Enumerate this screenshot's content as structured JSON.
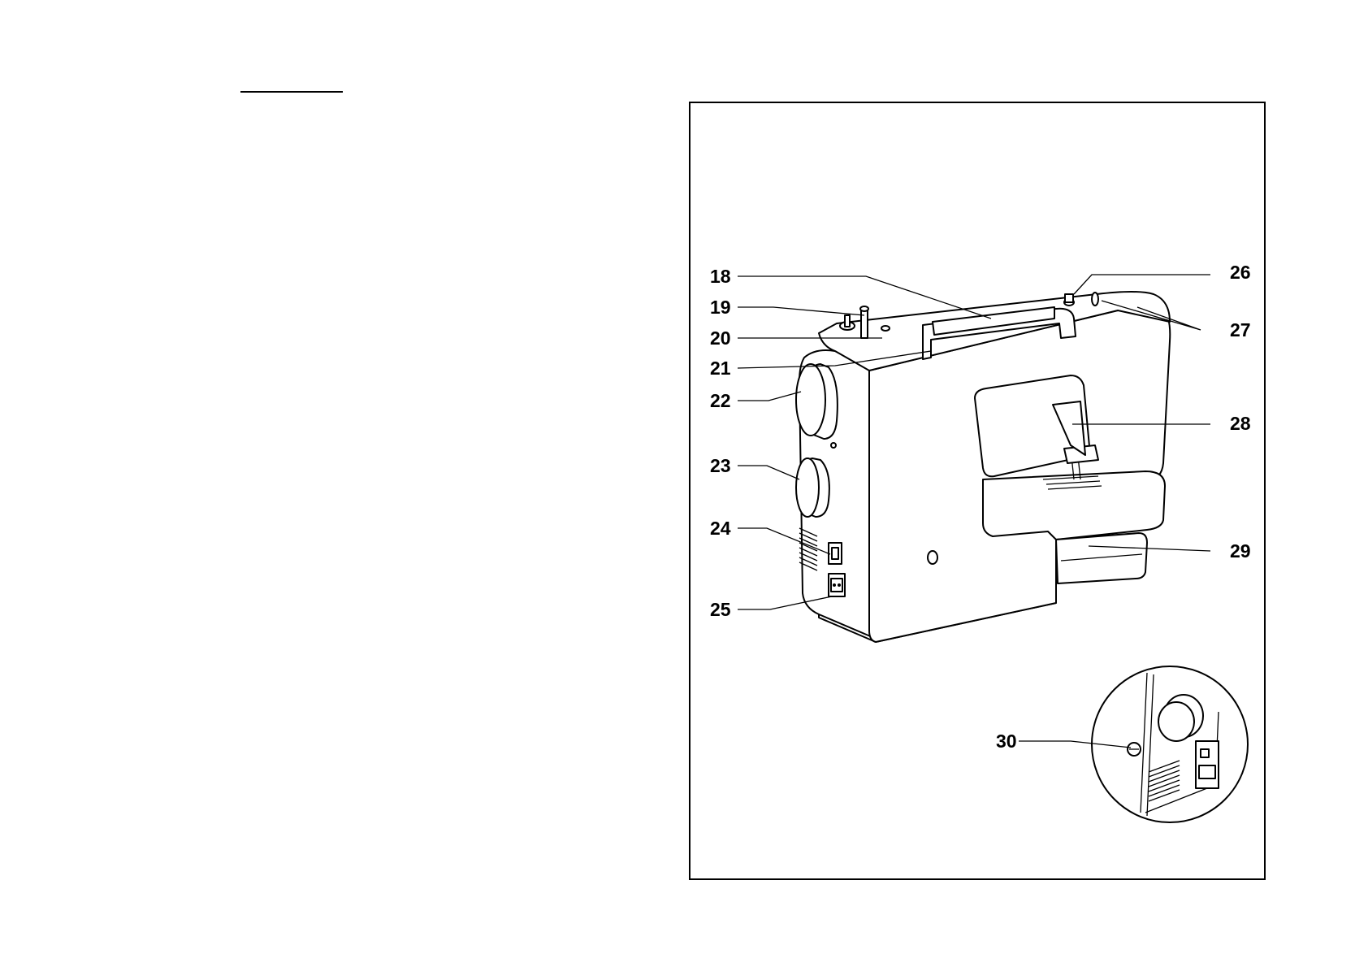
{
  "callouts": {
    "c18": "18",
    "c19": "19",
    "c20": "20",
    "c21": "21",
    "c22": "22",
    "c23": "23",
    "c24": "24",
    "c25": "25",
    "c26": "26",
    "c27": "27",
    "c28": "28",
    "c29": "29",
    "c30": "30"
  }
}
